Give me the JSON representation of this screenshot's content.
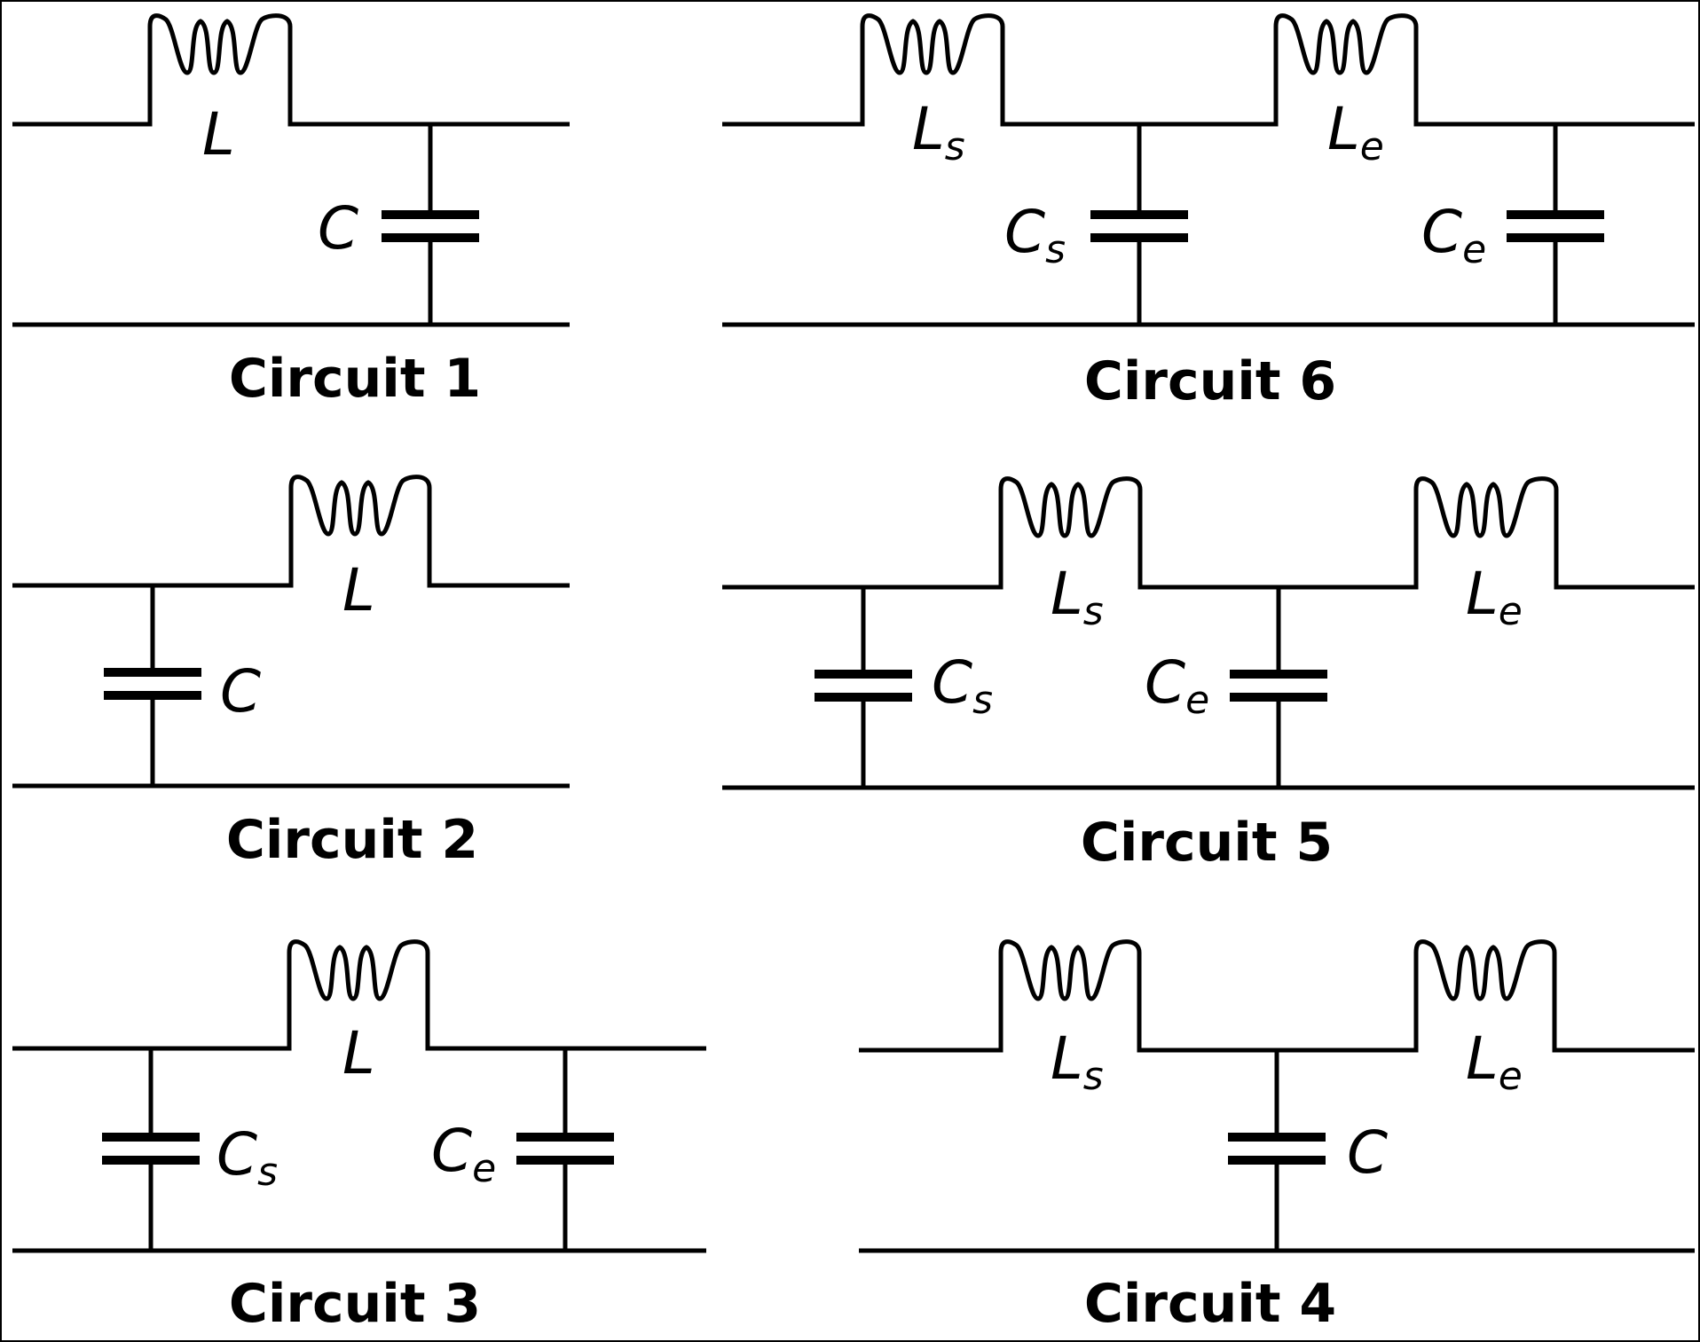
{
  "colors": {
    "line": "#000000",
    "background": "#ffffff"
  },
  "circuits": [
    {
      "title": "Circuit 1",
      "inductors": [
        {
          "symbol": "L",
          "subscript": ""
        }
      ],
      "capacitors": [
        {
          "symbol": "C",
          "subscript": ""
        }
      ]
    },
    {
      "title": "Circuit 2",
      "inductors": [
        {
          "symbol": "L",
          "subscript": ""
        }
      ],
      "capacitors": [
        {
          "symbol": "C",
          "subscript": ""
        }
      ]
    },
    {
      "title": "Circuit 3",
      "inductors": [
        {
          "symbol": "L",
          "subscript": ""
        }
      ],
      "capacitors": [
        {
          "symbol": "C",
          "subscript": "s"
        },
        {
          "symbol": "C",
          "subscript": "e"
        }
      ]
    },
    {
      "title": "Circuit 4",
      "inductors": [
        {
          "symbol": "L",
          "subscript": "s"
        },
        {
          "symbol": "L",
          "subscript": "e"
        }
      ],
      "capacitors": [
        {
          "symbol": "C",
          "subscript": ""
        }
      ]
    },
    {
      "title": "Circuit 5",
      "inductors": [
        {
          "symbol": "L",
          "subscript": "s"
        },
        {
          "symbol": "L",
          "subscript": "e"
        }
      ],
      "capacitors": [
        {
          "symbol": "C",
          "subscript": "s"
        },
        {
          "symbol": "C",
          "subscript": "e"
        }
      ]
    },
    {
      "title": "Circuit 6",
      "inductors": [
        {
          "symbol": "L",
          "subscript": "s"
        },
        {
          "symbol": "L",
          "subscript": "e"
        }
      ],
      "capacitors": [
        {
          "symbol": "C",
          "subscript": "s"
        },
        {
          "symbol": "C",
          "subscript": "e"
        }
      ]
    }
  ]
}
